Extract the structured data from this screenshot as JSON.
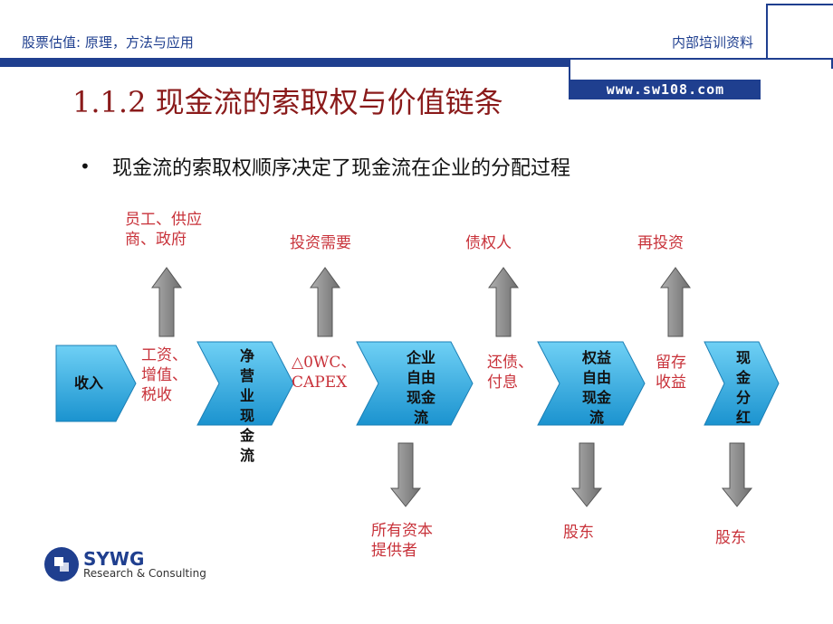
{
  "header": {
    "left": "股票估值: 原理，方法与应用",
    "right": "内部培训资料",
    "url": "www.sw108.com"
  },
  "title": "1.1.2 现金流的索取权与价值链条",
  "bullet": "现金流的索取权顺序决定了现金流在企业的分配过程",
  "flow": {
    "stages": [
      "收入",
      "净\n营\n业\n现\n金\n流",
      "企业\n自由\n现金\n流",
      "权益\n自由\n现金\n流",
      "现\n金\n分\n红"
    ],
    "between": [
      "工资、\n增值、\n税收",
      "△0WC、\nCAPEX",
      "还债、\n付息",
      "留存\n收益"
    ],
    "up": [
      "员工、供应\n商、政府",
      "投资需要",
      "债权人",
      "再投资"
    ],
    "down": [
      "所有资本\n提供者",
      "股东",
      "股东"
    ]
  },
  "logo": {
    "name": "SYWG",
    "sub": "Research & Consulting"
  },
  "colors": {
    "brand_blue": "#1f3f8f",
    "chevron_fill": "#2aa8e0",
    "arrow_gray": "#8c8c8c",
    "label_red": "#c8323a",
    "title_red": "#8a1a1a"
  }
}
